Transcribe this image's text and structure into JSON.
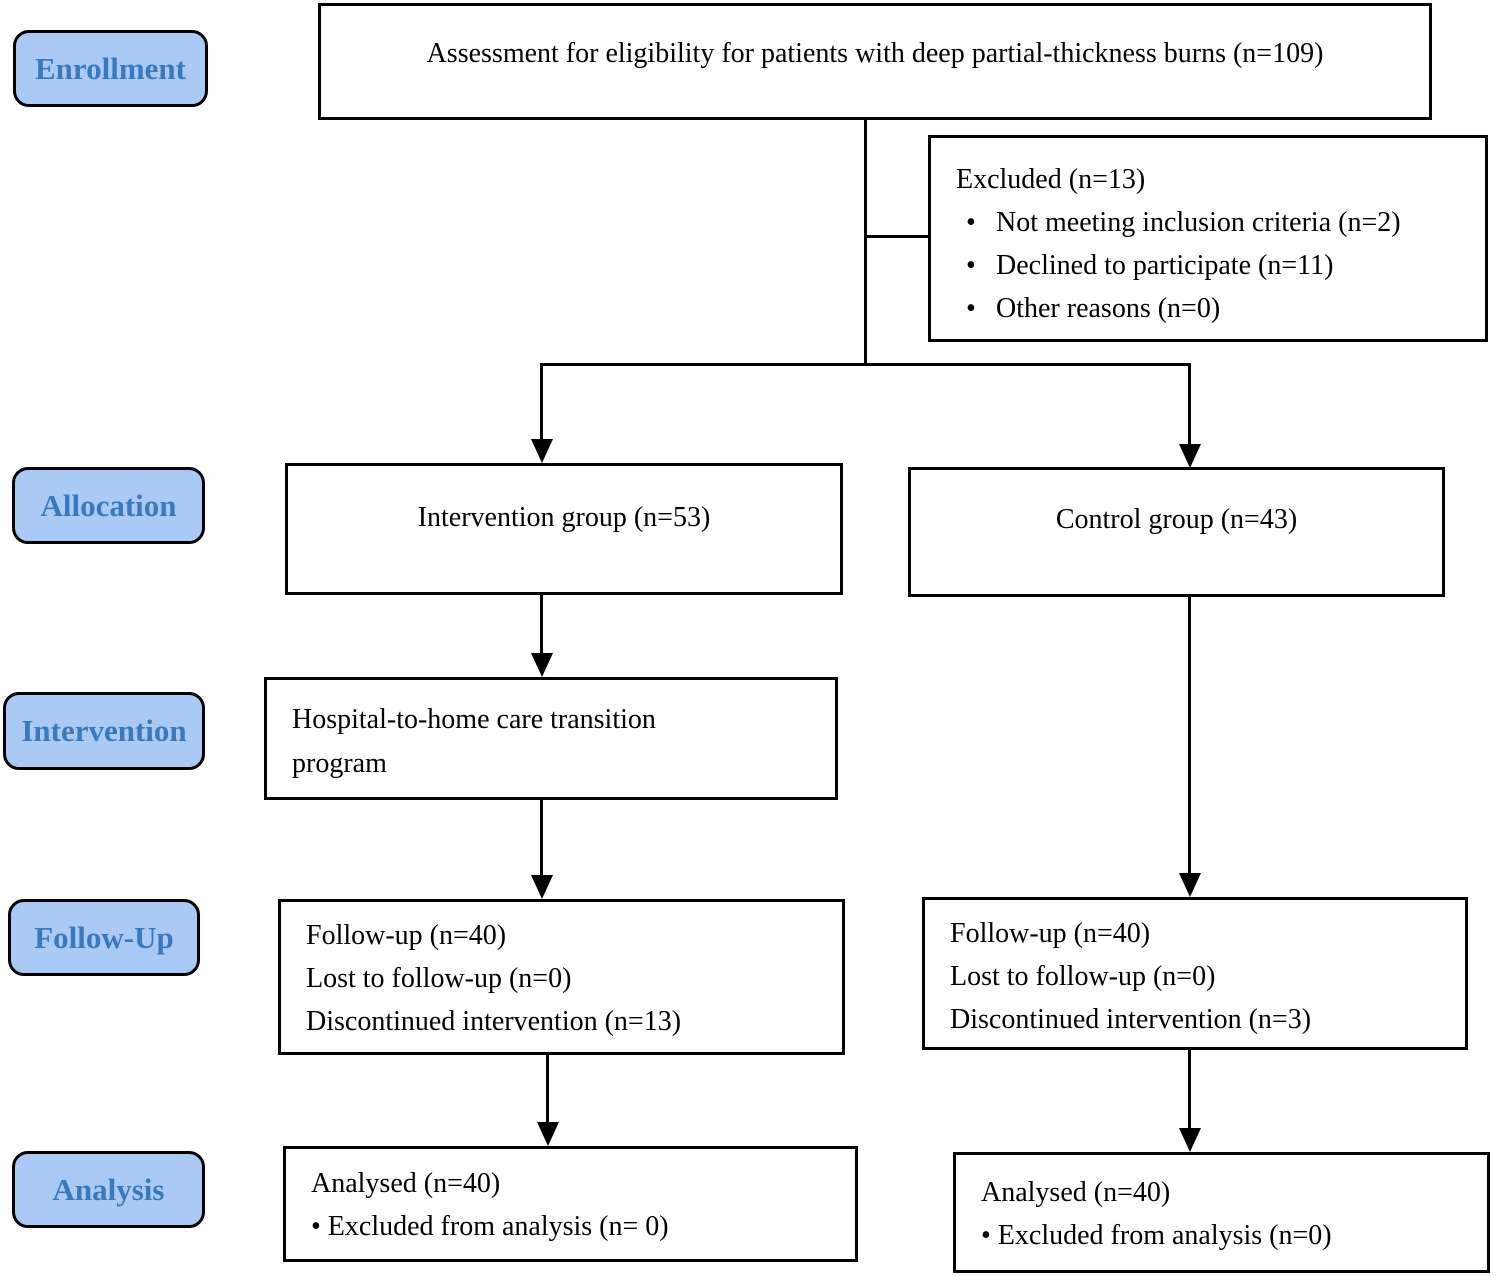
{
  "bullet": "•",
  "colors": {
    "stage_fill": "#aacaf5",
    "stage_text": "#3a7abc",
    "stage_border": "#000000",
    "box_border": "#000000",
    "line": "#000000"
  },
  "stages": [
    {
      "label": "Enrollment"
    },
    {
      "label": "Allocation"
    },
    {
      "label": "Intervention"
    },
    {
      "label": "Follow-Up"
    },
    {
      "label": "Analysis"
    }
  ],
  "boxes": {
    "eligibility": {
      "text": "Assessment for eligibility for patients with deep partial-thickness burns (n=109)"
    },
    "excluded": {
      "title": "Excluded (n=13)",
      "items": [
        "Not meeting inclusion criteria (n=2)",
        "Declined to participate (n=11)",
        "Other reasons (n=0)"
      ]
    },
    "intervention_group": {
      "text": "Intervention group (n=53)"
    },
    "control_group": {
      "text": "Control group (n=43)"
    },
    "program": {
      "lines": [
        "Hospital-to-home care transition",
        "program"
      ]
    },
    "followup_left": {
      "lines": [
        "Follow-up (n=40)",
        "Lost to follow-up (n=0)",
        "Discontinued intervention (n=13)"
      ]
    },
    "followup_right": {
      "lines": [
        "Follow-up (n=40)",
        "Lost to follow-up (n=0)",
        "Discontinued intervention (n=3)"
      ]
    },
    "analysis_left": {
      "lines": [
        "Analysed (n=40)",
        "• Excluded from analysis (n= 0)"
      ]
    },
    "analysis_right": {
      "lines": [
        "Analysed (n=40)",
        "• Excluded from analysis (n=0)"
      ]
    }
  }
}
